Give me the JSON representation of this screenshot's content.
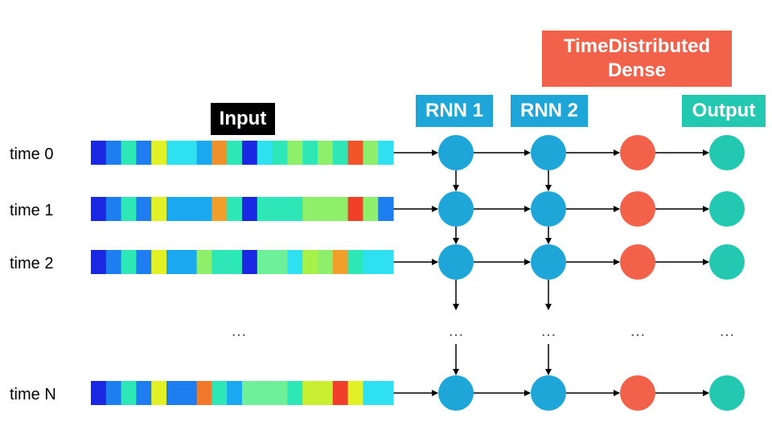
{
  "labels": {
    "input": "Input",
    "rnn1": "RNN 1",
    "rnn2": "RNN 2",
    "time_distributed_line1": "TimeDistributed",
    "time_distributed_line2": "Dense",
    "output": "Output"
  },
  "rows": [
    {
      "label": "time 0",
      "cells": [
        "#1a27e3",
        "#1e7ef0",
        "#2de8b6",
        "#1e7ef0",
        "#e2f126",
        "#2ee0f0",
        "#2ee0f0",
        "#1aa8f0",
        "#f0902a",
        "#2de8b6",
        "#1a27e3",
        "#2ee0f0",
        "#2de8b6",
        "#8ef06a",
        "#2de8b6",
        "#8ef06a",
        "#2de8b6",
        "#f2542a",
        "#8ef06a",
        "#2ee0f0"
      ]
    },
    {
      "label": "time 1",
      "cells": [
        "#1a27e3",
        "#1e7ef0",
        "#2de8b6",
        "#1e7ef0",
        "#e2f126",
        "#1aa8f0",
        "#1aa8f0",
        "#1aa8f0",
        "#f0a02a",
        "#2de8b6",
        "#1a27e3",
        "#2de8b6",
        "#2de8b6",
        "#2de8b6",
        "#8ef06a",
        "#8ef06a",
        "#8ef06a",
        "#f0402a",
        "#8ef06a",
        "#1e7ef0"
      ]
    },
    {
      "label": "time 2",
      "cells": [
        "#1a27e3",
        "#1e7ef0",
        "#2de8b6",
        "#1e7ef0",
        "#e2f126",
        "#1aa8f0",
        "#1aa8f0",
        "#8ef06a",
        "#2de8b6",
        "#2de8b6",
        "#1a27e3",
        "#6ef09a",
        "#6ef09a",
        "#2ee0f0",
        "#a8f04a",
        "#8ef06a",
        "#f0a02a",
        "#2de8b6",
        "#2ee0f0",
        "#2ee0f0"
      ]
    },
    {
      "label": "time N",
      "cells": [
        "#1a27e3",
        "#1e7ef0",
        "#2de8b6",
        "#1e7ef0",
        "#e2f126",
        "#1e7ef0",
        "#1e7ef0",
        "#f07a2a",
        "#2de8b6",
        "#1aa8f0",
        "#6ef09a",
        "#6ef09a",
        "#6ef09a",
        "#2de8b6",
        "#c8f030",
        "#c8f030",
        "#f0402a",
        "#e2f126",
        "#2ee0f0",
        "#2ee0f0"
      ]
    }
  ],
  "ellipsis": "…",
  "colors": {
    "input_tag_bg": "#000000",
    "rnn_tag_bg": "#1fa6d9",
    "rnn_node": "#1fa6d9",
    "dense_tag_bg": "#f2614a",
    "dense_node": "#f2614a",
    "output_tag_bg": "#22c8b0",
    "output_node": "#22c8b0",
    "arrow": "#000000",
    "row_label": "#000000"
  }
}
